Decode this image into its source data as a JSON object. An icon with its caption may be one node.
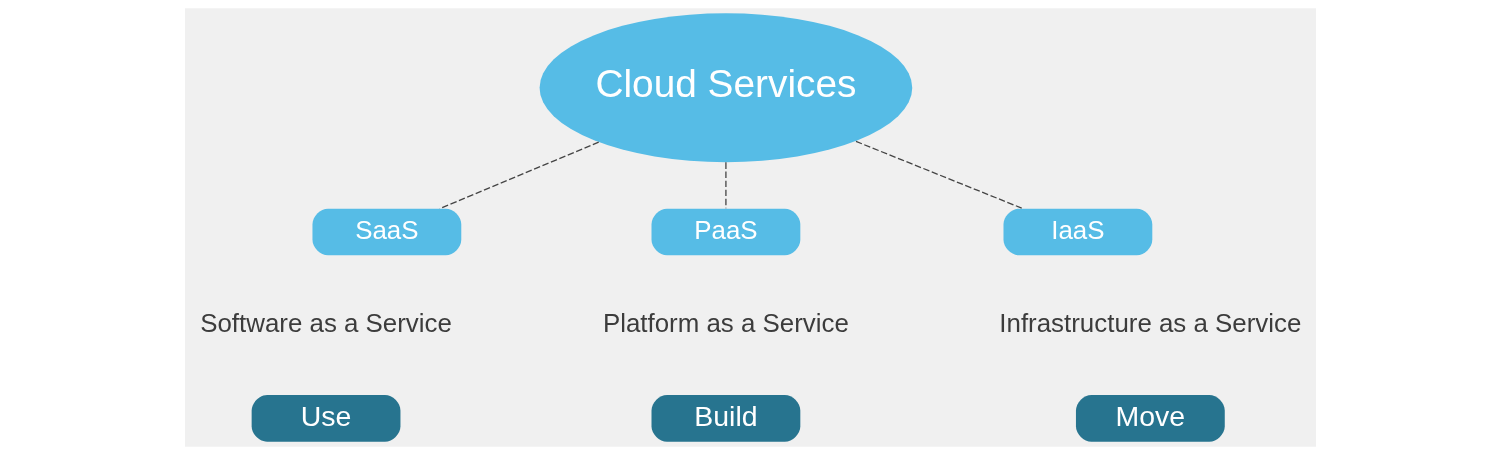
{
  "diagram": {
    "nodes": [
      {
        "text": [
          "Cloud Services"
        ]
      },
      {
        "text": [
          "SaaS"
        ],
        "beside": [
          "Software as a Service"
        ]
      },
      {
        "text": [
          "PaaS"
        ],
        "beside": [
          "Platform as a Service"
        ]
      },
      {
        "text": [
          "IaaS"
        ],
        "beside": [
          "Infrastructure as a Service"
        ]
      },
      {
        "text": [
          "Use"
        ]
      },
      {
        "text": [
          "Build"
        ]
      },
      {
        "text": [
          "Move"
        ]
      }
    ],
    "edges": [
      {
        "from": 0,
        "to": 1,
        "arrow": "none",
        "style": "dashed"
      },
      {
        "from": 0,
        "to": 2,
        "arrow": "none",
        "style": "dashed"
      },
      {
        "from": 0,
        "to": 3,
        "arrow": "none",
        "style": "dashed"
      }
    ]
  }
}
